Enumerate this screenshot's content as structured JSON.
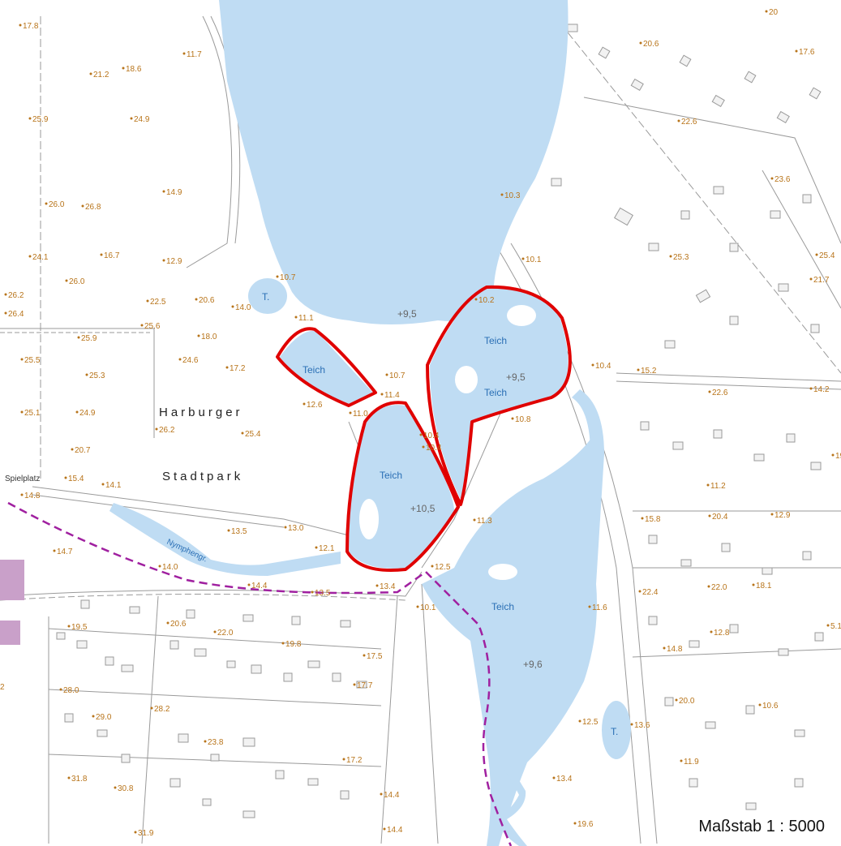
{
  "colors": {
    "water": "#bfdcf3",
    "outline": "#e00000",
    "path": "#a020a0",
    "elevation_text": "#b8741a",
    "water_text": "#2a6fb5",
    "building_fill": "#f2f2f2",
    "building_stroke": "#9a9a9a",
    "purple_block": "#c9a0c9"
  },
  "labels": {
    "place_line1": "Harburger",
    "place_line2": "Stadtpark",
    "poi_playground": "Spielplatz",
    "nymphengr": "Nymphengr.",
    "scale": "Maßstab 1 : 5000",
    "water_t_small1": "T.",
    "water_t_small2": "T.",
    "water_teich_1": "Teich",
    "water_teich_2": "Teich",
    "water_teich_3": "Teich",
    "water_teich_4": "Teich",
    "water_level_1": "+9,5",
    "water_level_2": "+9,5",
    "water_level_3": "+10,5",
    "water_level_4": "+9,6"
  },
  "elevations": [
    "17.8",
    "11.7",
    "21.2",
    "18.6",
    "25.9",
    "24.9",
    "14.9",
    "26.0",
    "26.8",
    "24.1",
    "16.7",
    "12.9",
    "26.0",
    "26.2",
    "22.5",
    "20.6",
    "14.0",
    "26.4",
    "25.6",
    "18.0",
    "25.9",
    "24.6",
    "17.2",
    "25.5",
    "25.3",
    "25.1",
    "24.9",
    "26.2",
    "25.4",
    "20.7",
    "15.4",
    "14.1",
    "14.8",
    "13.5",
    "13.0",
    "12.1",
    "14.7",
    "14.0",
    "14.4",
    "13.5",
    "13.4",
    "19.5",
    "20.6",
    "22.0",
    "19.8",
    "17.5",
    "17.7",
    "28.0",
    "29.0",
    "28.2",
    "23.8",
    "17.2",
    "31.8",
    "30.8",
    "31.9",
    "14.4",
    "14.4",
    "10.7",
    "11.1",
    "12.6",
    "11.0",
    "11.4",
    "10.7",
    "10.4",
    "10.4",
    "10.8",
    "11.3",
    "12.5",
    "10.1",
    "10.3",
    "10.1",
    "10.2",
    "10.4",
    "15.2",
    "22.6",
    "14.2",
    "20.6",
    "17.6",
    "22.6",
    "23.6",
    "25.3",
    "25.4",
    "21.7",
    "11.2",
    "15.8",
    "20.4",
    "12.9",
    "22.4",
    "22.0",
    "18.1",
    "12.8",
    "14.8",
    "20.0",
    "10.6",
    "11.6",
    "12.5",
    "13.6",
    "11.9",
    "13.4",
    "19.6",
    "20",
    "5.1",
    "2",
    "19"
  ]
}
